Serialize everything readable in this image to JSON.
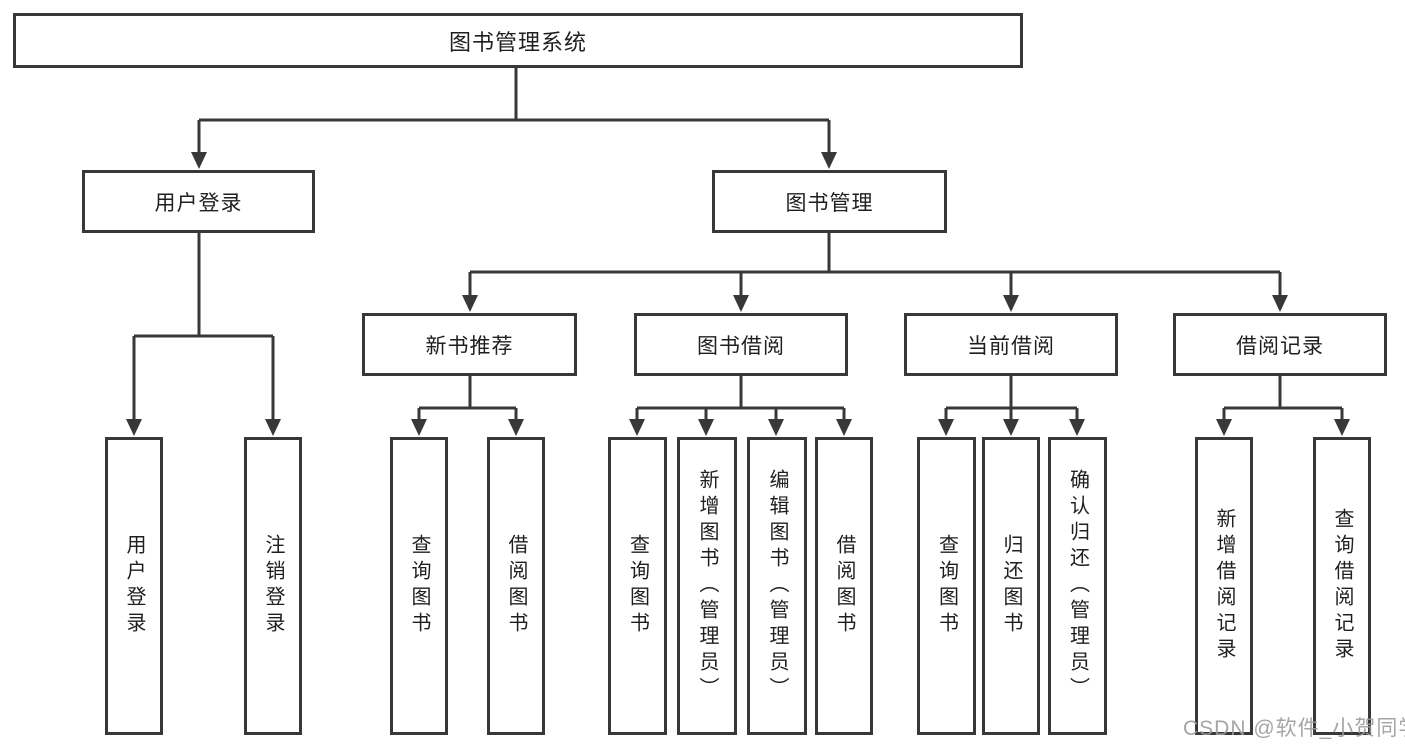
{
  "tree": {
    "root": "图书管理系统",
    "level2": {
      "user_login": "用户登录",
      "book_mgmt": "图书管理"
    },
    "level3": {
      "new_book_rec": "新书推荐",
      "book_borrow": "图书借阅",
      "current_borrow": "当前借阅",
      "borrow_records": "借阅记录"
    },
    "leaves": {
      "user_login": "用户登录",
      "logout": "注销登录",
      "rec_query_books": "查询图书",
      "rec_borrow_books": "借阅图书",
      "bb_query_books": "查询图书",
      "bb_add_books": "新增图书（管理员）",
      "bb_edit_books": "编辑图书（管理员）",
      "bb_borrow_books": "借阅图书",
      "cb_query_books": "查询图书",
      "cb_return_books": "归还图书",
      "cb_confirm_return": "确认归还（管理员）",
      "br_add_record": "新增借阅记录",
      "br_query_record": "查询借阅记录"
    }
  },
  "watermark": "CSDN @软件_小贺同学",
  "colors": {
    "line": "#383838",
    "border": "#383838",
    "text": "#1f1f1f",
    "watermark": "#9c9c9c",
    "background": "#ffffff"
  }
}
